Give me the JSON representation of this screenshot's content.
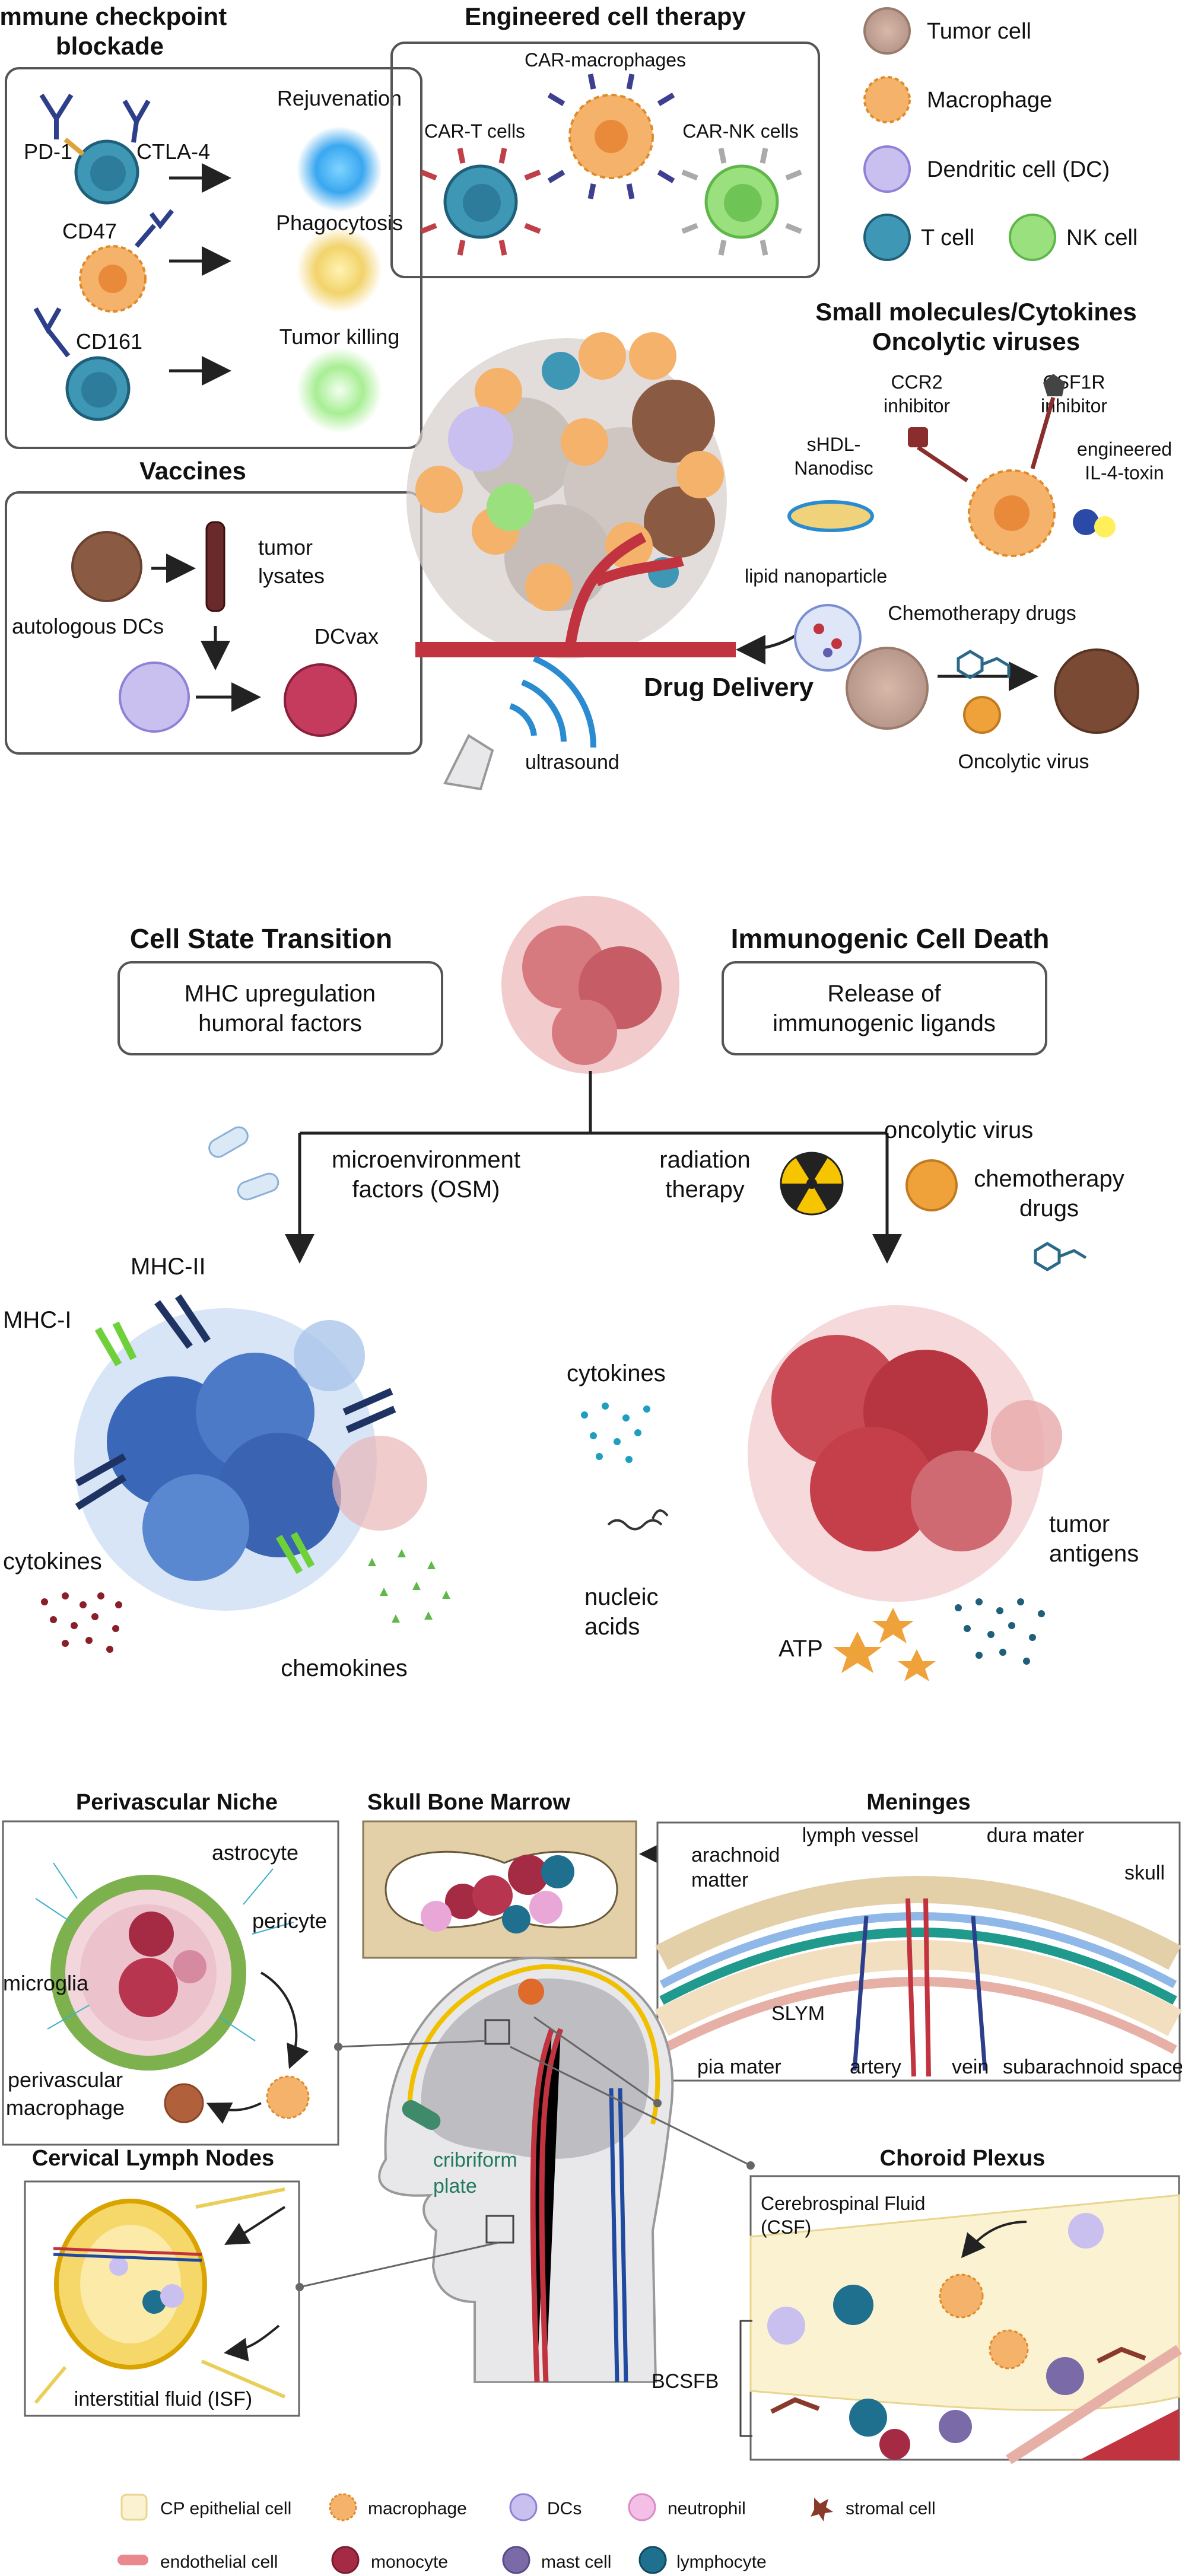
{
  "panel1": {
    "checkpoint": {
      "title_l1": "Immune checkpoint",
      "title_l2": "blockade",
      "pd1": "PD-1",
      "ctla4": "CTLA-4",
      "cd47": "CD47",
      "cd161": "CD161",
      "rejuvenation": "Rejuvenation",
      "phagocytosis": "Phagocytosis",
      "tumor_killing": "Tumor killing"
    },
    "engineered": {
      "title": "Engineered cell therapy",
      "car_macrophages": "CAR-macrophages",
      "car_t": "CAR-T cells",
      "car_nk": "CAR-NK cells"
    },
    "legend": {
      "tumor_cell": "Tumor cell",
      "macrophage": "Macrophage",
      "dendritic": "Dendritic cell (DC)",
      "t_cell": "T cell",
      "nk_cell": "NK cell"
    },
    "vaccines": {
      "title": "Vaccines",
      "tumor_l1": "tumor",
      "tumor_l2": "lysates",
      "autologous": "autologous DCs",
      "dcvax": "DCvax"
    },
    "small": {
      "title_l1": "Small molecules/Cytokines",
      "title_l2": "Oncolytic viruses",
      "ccr2_l1": "CCR2",
      "ccr2_l2": "inhibitor",
      "csf1r_l1": "CSF1R",
      "csf1r_l2": "inhibitor",
      "shdl_l1": "sHDL-",
      "shdl_l2": "Nanodisc",
      "eng_l1": "engineered",
      "eng_l2": "IL-4-toxin",
      "lipid": "lipid nanoparticle",
      "chemo": "Chemotherapy drugs",
      "oncolytic": "Oncolytic virus"
    },
    "drug_delivery": "Drug Delivery",
    "ultrasound": "ultrasound"
  },
  "panel2": {
    "cell_state": "Cell State Transition",
    "mhc_up_l1": "MHC upregulation",
    "mhc_up_l2": "humoral factors",
    "icd": "Immunogenic Cell Death",
    "release_l1": "Release of",
    "release_l2": "immunogenic ligands",
    "micro_l1": "microenvironment",
    "micro_l2": "factors (OSM)",
    "radiation_l1": "radiation",
    "radiation_l2": "therapy",
    "oncolytic": "oncolytic virus",
    "chemo_l1": "chemotherapy",
    "chemo_l2": "drugs",
    "mhc2": "MHC-II",
    "mhc1": "MHC-I",
    "cytokines_left": "cytokines",
    "chemokines": "chemokines",
    "cytokines_right": "cytokines",
    "nucleic_l1": "nucleic",
    "nucleic_l2": "acids",
    "atp": "ATP",
    "antigens_l1": "tumor",
    "antigens_l2": "antigens"
  },
  "panel3": {
    "perivascular": "Perivascular Niche",
    "astrocyte": "astrocyte",
    "pericyte": "pericyte",
    "microglia": "microglia",
    "peri_mac_l1": "perivascular",
    "peri_mac_l2": "macrophage",
    "skull_bm": "Skull Bone Marrow",
    "meninges": "Meninges",
    "arachnoid_l1": "arachnoid",
    "arachnoid_l2": "matter",
    "lymph_vessel": "lymph vessel",
    "dura": "dura mater",
    "skull": "skull",
    "slym": "SLYM",
    "pia": "pia mater",
    "artery": "artery",
    "vein": "vein",
    "subarachnoid": "subarachnoid space",
    "cervical": "Cervical Lymph Nodes",
    "cribriform_l1": "cribriform",
    "cribriform_l2": "plate",
    "isf": "interstitial fluid (ISF)",
    "choroid": "Choroid Plexus",
    "csf_l1": "Cerebrospinal Fluid",
    "csf_l2": "(CSF)",
    "bcsfb": "BCSFB",
    "legend": {
      "cp_epithelial": "CP epithelial cell",
      "macrophage": "macrophage",
      "dcs": "DCs",
      "neutrophil": "neutrophil",
      "stromal": "stromal cell",
      "endothelial": "endothelial cell",
      "monocyte": "monocyte",
      "mast": "mast cell",
      "lymphocyte": "lymphocyte"
    }
  }
}
